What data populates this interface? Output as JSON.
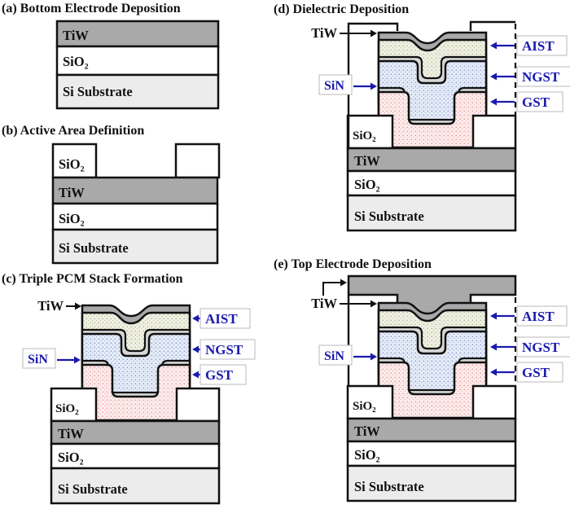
{
  "figure": {
    "description": "Five-step PCM device fabrication process flow cross-sections"
  },
  "colors": {
    "tiw_gray": "#a9a9a9",
    "sio2_white": "#ffffff",
    "si_substrate_gray": "#ececec",
    "sin_liner_gray": "#d8d8d8",
    "aist_fill": "#eff0e2",
    "ngst_fill": "#e4ebf7",
    "gst_fill": "#fdecec",
    "callout_blue": "#1a1aae",
    "outline_black": "#111111"
  },
  "panels": {
    "a": {
      "title": "(a) Bottom Electrode Deposition",
      "rows": {
        "tiw": "TiW",
        "sio2": "SiO₂",
        "substrate": "Si Substrate"
      }
    },
    "b": {
      "title": "(b) Active Area Definition",
      "block_sio2": "SiO₂",
      "rows": {
        "tiw": "TiW",
        "sio2": "SiO₂",
        "substrate": "Si Substrate"
      }
    },
    "c": {
      "title": "(c) Triple PCM Stack Formation",
      "callouts": {
        "tiw": "TiW",
        "sin": "SiN",
        "aist": "AIST",
        "ngst": "NGST",
        "gst": "GST"
      },
      "block_sio2": "SiO₂",
      "rows": {
        "tiw": "TiW",
        "sio2": "SiO₂",
        "substrate": "Si Substrate"
      }
    },
    "d": {
      "title": "(d) Dielectric Deposition",
      "callouts": {
        "tiw": "TiW",
        "sin": "SiN",
        "aist": "AIST",
        "ngst": "NGST",
        "gst": "GST"
      },
      "block_sio2": "SiO₂",
      "rows": {
        "tiw": "TiW",
        "sio2": "SiO₂",
        "substrate": "Si Substrate"
      }
    },
    "e": {
      "title": "(e) Top Electrode Deposition",
      "callouts": {
        "tiw": "TiW",
        "sin": "SiN",
        "aist": "AIST",
        "ngst": "NGST",
        "gst": "GST"
      },
      "block_sio2": "SiO₂",
      "rows": {
        "tiw": "TiW",
        "sio2": "SiO₂",
        "substrate": "Si Substrate"
      }
    }
  }
}
